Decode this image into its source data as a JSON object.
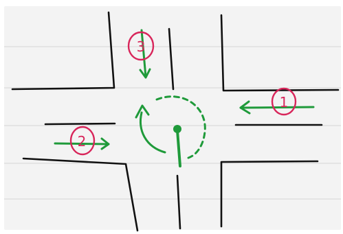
{
  "colors": {
    "ink": "#111111",
    "route": "#1f9a3a",
    "label": "#d8255a",
    "paper": "#f3f3f3",
    "ruled": "#d6d6d6"
  },
  "labels": {
    "approach_1": "1",
    "approach_2": "2",
    "approach_3": "3"
  }
}
